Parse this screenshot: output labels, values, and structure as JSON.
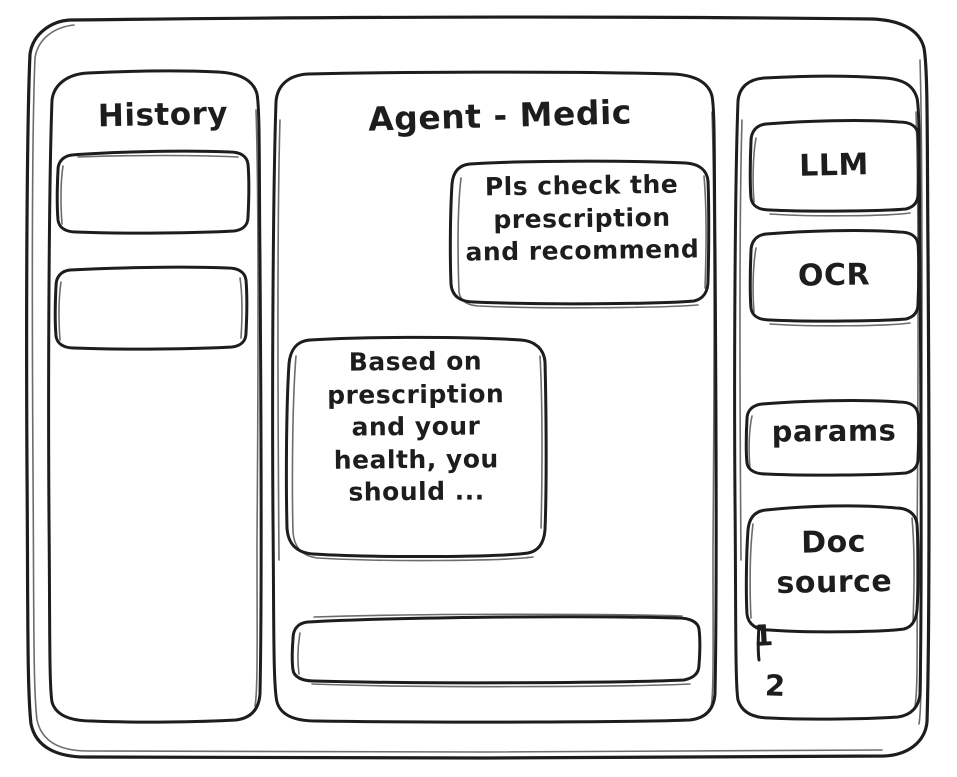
{
  "app": {
    "style": "hand-drawn-wireframe",
    "stroke_color": "#1d1d1d",
    "background_color": "#ffffff"
  },
  "sidebar": {
    "title": "History",
    "items": [
      {
        "label": "",
        "name": "history-item-1"
      },
      {
        "label": "",
        "name": "history-item-2"
      }
    ]
  },
  "main": {
    "title": "Agent - Medic",
    "messages": [
      {
        "role": "user",
        "text": "Pls check the\nprescription\nand recommend"
      },
      {
        "role": "assistant",
        "text": "Based on\nprescription\nand your\nhealth, you\nshould ..."
      }
    ],
    "composer": {
      "value": "",
      "placeholder": ""
    }
  },
  "tools": {
    "buttons": [
      {
        "label": "LLM"
      },
      {
        "label": "OCR"
      },
      {
        "label": "params"
      }
    ],
    "doc_source": {
      "label": "Doc\nsource",
      "indices": [
        "1",
        "2"
      ]
    }
  }
}
